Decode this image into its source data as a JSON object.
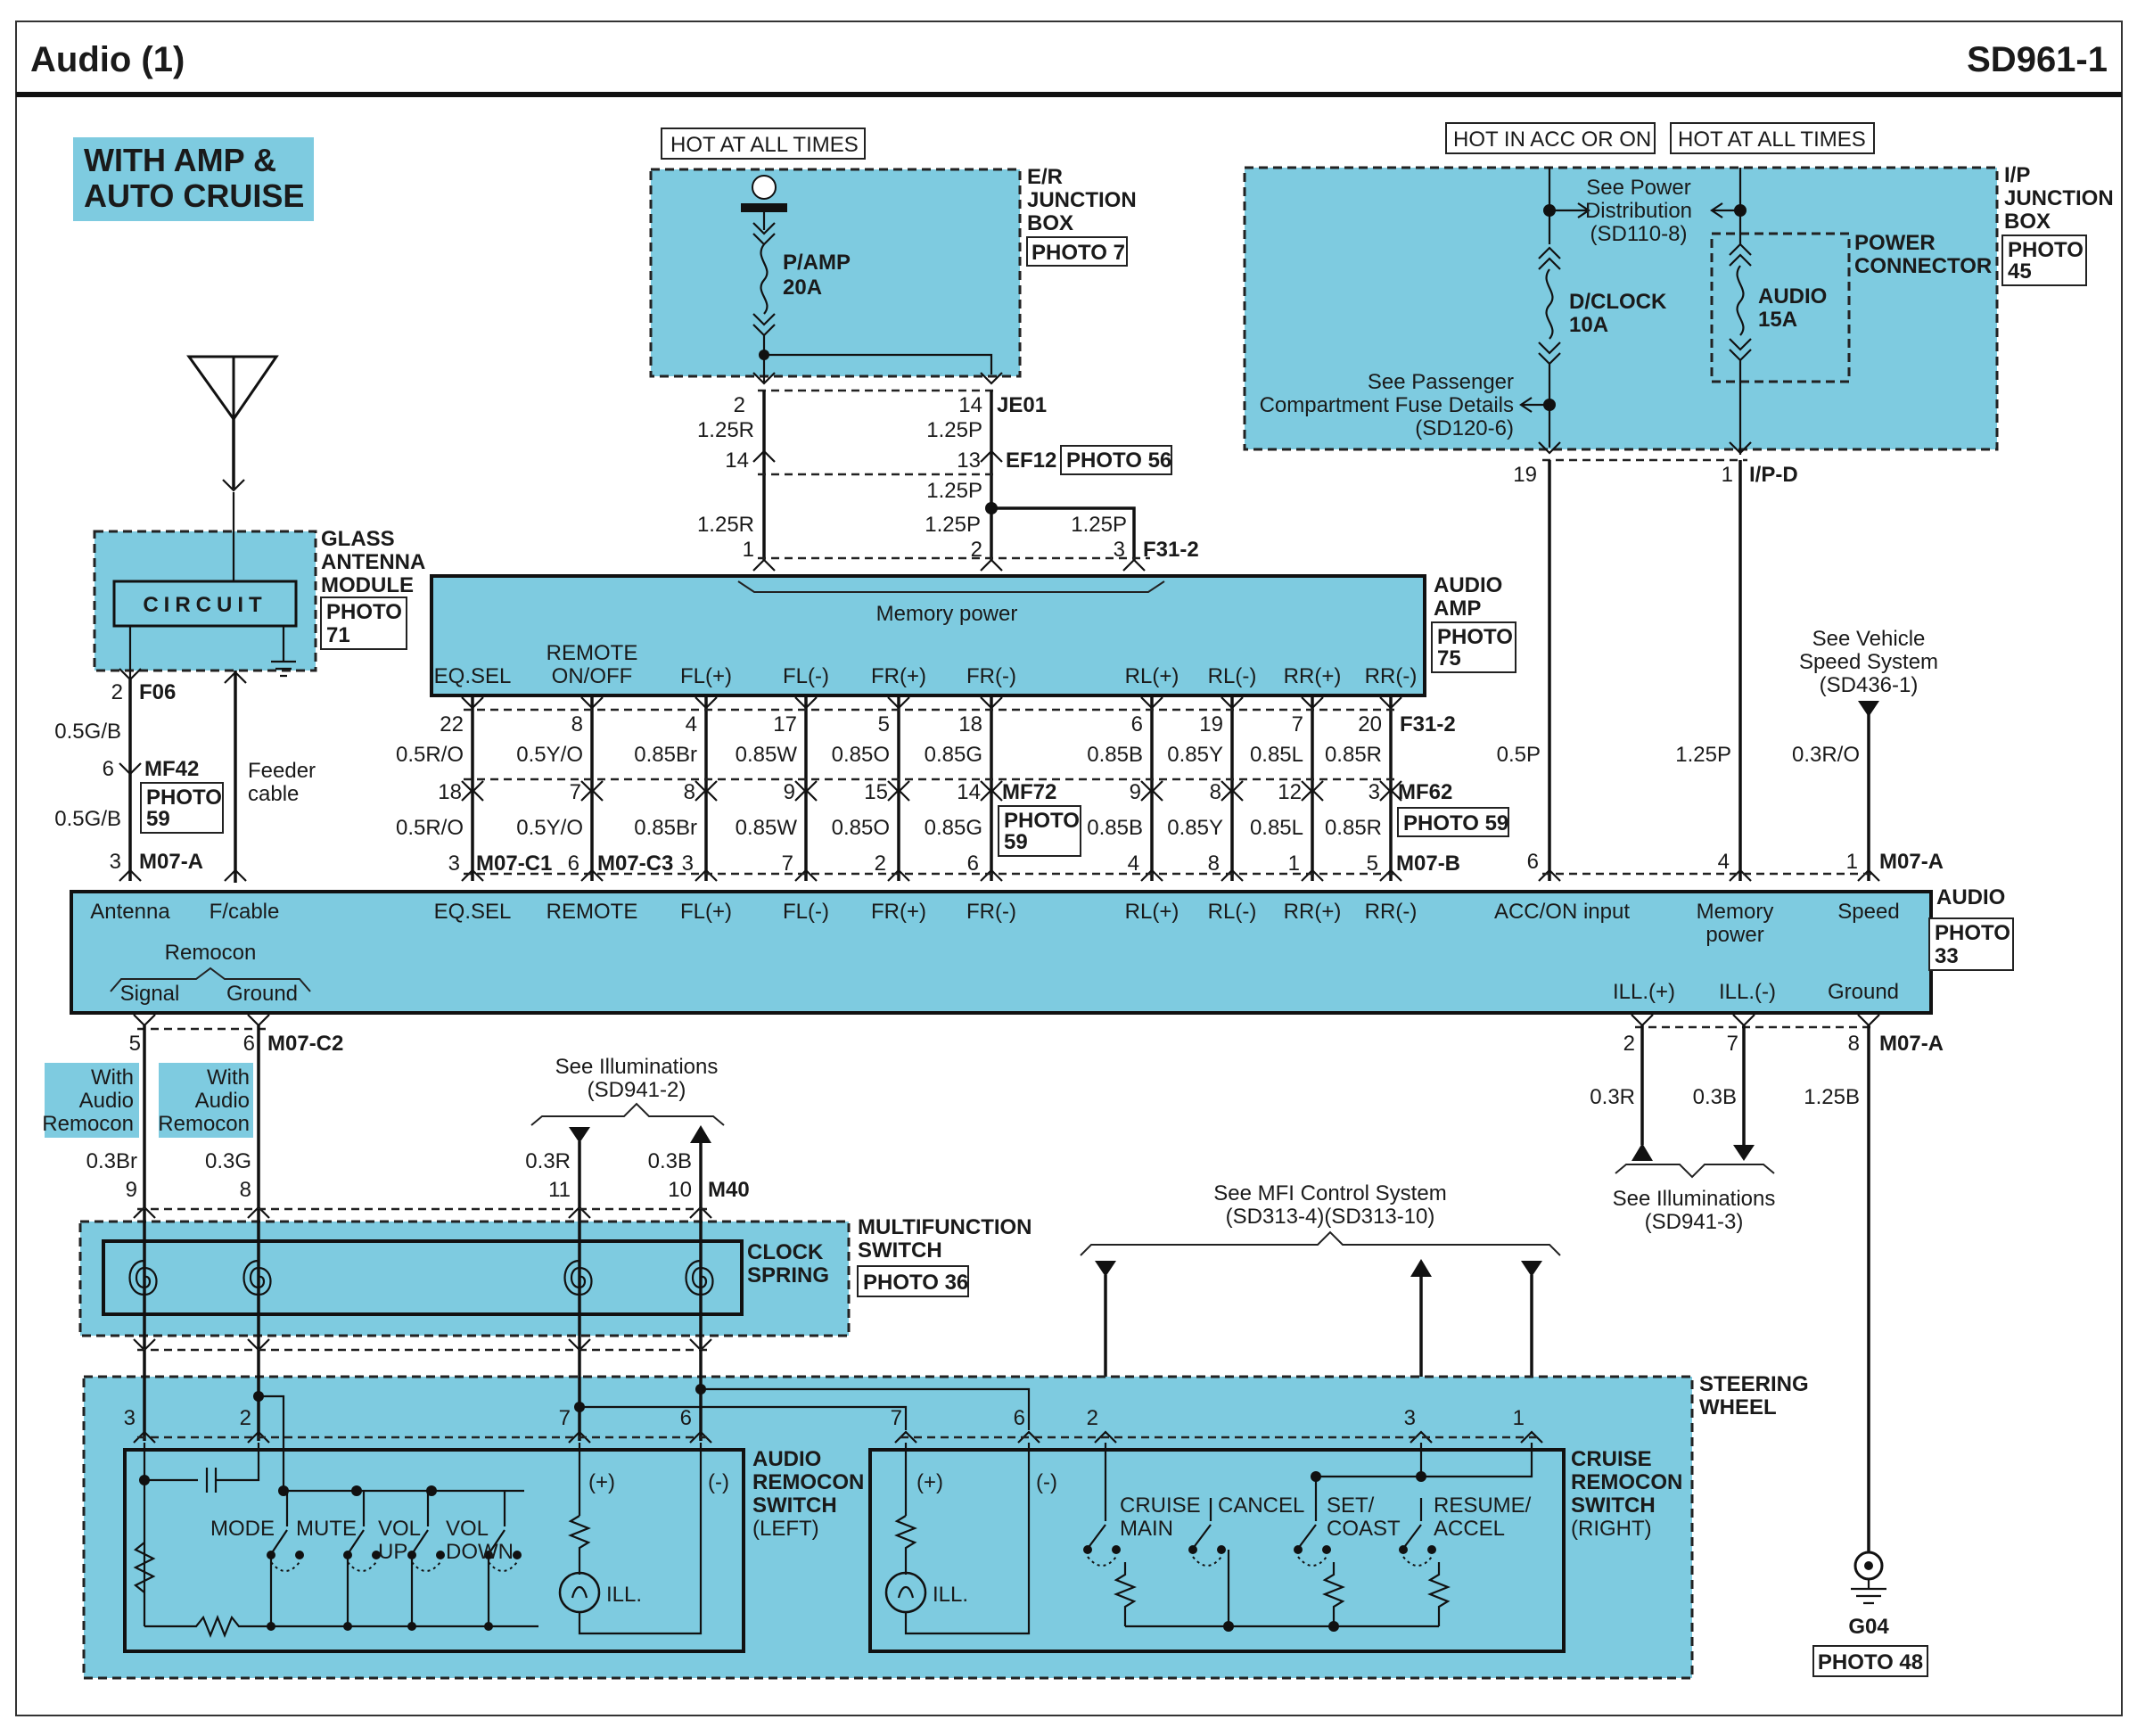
{
  "header": {
    "title": "Audio (1)",
    "code": "SD961-1"
  },
  "variant_label": [
    "WITH AMP &",
    "AUTO CRUISE"
  ],
  "hot_labels": {
    "er": "HOT AT ALL TIMES",
    "acc": "HOT IN ACC OR ON",
    "ip": "HOT AT ALL TIMES"
  },
  "er_box": {
    "name": [
      "E/R",
      "JUNCTION",
      "BOX"
    ],
    "photo": "PHOTO 7",
    "fuse": [
      "P/AMP",
      "20A"
    ],
    "pins_je01": [
      "2",
      "14"
    ],
    "conn_je01": "JE01",
    "wires_top": [
      "1.25R",
      "1.25P"
    ],
    "pins_ef12": [
      "14",
      "13"
    ],
    "conn_ef12": "EF12",
    "photo_ef12": "PHOTO 56",
    "wires_mid": [
      "1.25P",
      "1.25R",
      "1.25P",
      "1.25P"
    ],
    "pins_f312": [
      "1",
      "2",
      "3"
    ],
    "conn_f312": "F31-2"
  },
  "ip_box": {
    "name": [
      "I/P",
      "JUNCTION",
      "BOX"
    ],
    "photo": [
      "PHOTO",
      "45"
    ],
    "see_power": [
      "See Power",
      "Distribution",
      "(SD110-8)"
    ],
    "fuse_dclock": [
      "D/CLOCK",
      "10A"
    ],
    "fuse_audio": [
      "AUDIO",
      "15A"
    ],
    "power_connector": [
      "POWER",
      "CONNECTOR"
    ],
    "see_passenger": [
      "See Passenger",
      "Compartment Fuse Details",
      "(SD120-6)"
    ],
    "pins": [
      "19",
      "1"
    ],
    "conn": "I/P-D"
  },
  "antenna_module": {
    "name": [
      "GLASS",
      "ANTENNA",
      "MODULE"
    ],
    "photo": [
      "PHOTO",
      "71"
    ],
    "circuit": "CIRCUIT",
    "pin": "2",
    "conn": "F06",
    "wire1": "0.5G/B",
    "mf42_pin": "6",
    "mf42": "MF42",
    "mf42_photo": [
      "PHOTO",
      "59"
    ],
    "wire2": "0.5G/B",
    "m07a_pin": "3",
    "m07a": "M07-A",
    "feeder": [
      "Feeder",
      "cable"
    ]
  },
  "amp": {
    "name": [
      "AUDIO",
      "AMP"
    ],
    "photo": [
      "PHOTO",
      "75"
    ],
    "memory_power": "Memory power",
    "terminals": [
      "EQ.SEL",
      "REMOTE ON/OFF",
      "FL(+)",
      "FL(-)",
      "FR(+)",
      "FR(-)",
      "RL(+)",
      "RL(-)",
      "RR(+)",
      "RR(-)"
    ],
    "remote_line1": "REMOTE",
    "remote_line2": "ON/OFF",
    "pins_top": [
      "22",
      "8",
      "4",
      "17",
      "5",
      "18",
      "6",
      "19",
      "7",
      "20"
    ],
    "conn_top": "F31-2",
    "wires_top": [
      "0.5R/O",
      "0.5Y/O",
      "0.85Br",
      "0.85W",
      "0.85O",
      "0.85G",
      "0.85B",
      "0.85Y",
      "0.85L",
      "0.85R"
    ],
    "pins_mid": [
      "18",
      "7",
      "8",
      "9",
      "15",
      "14",
      "9",
      "8",
      "12",
      "3"
    ],
    "conn_mf72": "MF72",
    "photo_mf72": [
      "PHOTO",
      "59"
    ],
    "conn_mf62": "MF62",
    "photo_mf62": "PHOTO 59",
    "wires_bot": [
      "0.5R/O",
      "0.5Y/O",
      "0.85Br",
      "0.85W",
      "0.85O",
      "0.85G",
      "0.85B",
      "0.85Y",
      "0.85L",
      "0.85R"
    ],
    "pins_bot": [
      "3",
      "6",
      "3",
      "7",
      "2",
      "6",
      "4",
      "8",
      "1",
      "5"
    ],
    "conn_c1": "M07-C1",
    "conn_c3": "M07-C3",
    "conn_b": "M07-B"
  },
  "right_wires": {
    "wire_acc": "0.5P",
    "wire_mem": "1.25P",
    "wire_speed": "0.3R/O",
    "see_vss": [
      "See Vehicle",
      "Speed System",
      "(SD436-1)"
    ],
    "pins": [
      "6",
      "4",
      "1"
    ],
    "conn": "M07-A"
  },
  "audio_unit": {
    "name": "AUDIO",
    "photo": [
      "PHOTO",
      "33"
    ],
    "labels": [
      "Antenna",
      "F/cable",
      "EQ.SEL",
      "REMOTE",
      "FL(+)",
      "FL(-)",
      "FR(+)",
      "FR(-)",
      "RL(+)",
      "RL(-)",
      "RR(+)",
      "RR(-)",
      "ACC/ON input",
      "Memory",
      "power",
      "Speed"
    ],
    "remocon": "Remocon",
    "signal": "Signal",
    "ground": "Ground",
    "ill_plus": "ILL.(+)",
    "ill_minus": "ILL.(-)",
    "ground_r": "Ground"
  },
  "lower_left": {
    "pins": [
      "5",
      "6"
    ],
    "conn": "M07-C2",
    "with_remocon": [
      "With",
      "Audio",
      "Remocon"
    ],
    "wires": [
      "0.3Br",
      "0.3G"
    ],
    "pins2": [
      "9",
      "8"
    ],
    "see_ill": [
      "See Illuminations",
      "(SD941-2)"
    ],
    "ill_wires": [
      "0.3R",
      "0.3B"
    ],
    "ill_pins": [
      "11",
      "10"
    ],
    "conn_m40": "M40"
  },
  "lower_right": {
    "pins": [
      "2",
      "7",
      "8"
    ],
    "conn": "M07-A",
    "wires": [
      "0.3R",
      "0.3B",
      "1.25B"
    ],
    "see_ill": [
      "See Illuminations",
      "(SD941-3)"
    ],
    "ground": "G04",
    "ground_photo": "PHOTO 48"
  },
  "mfi": {
    "see": [
      "See MFI Control System",
      "(SD313-4)(SD313-10)"
    ]
  },
  "multifunction": {
    "name": [
      "MULTIFUNCTION",
      "SWITCH"
    ],
    "photo": "PHOTO 36",
    "clock_spring": [
      "CLOCK",
      "SPRING"
    ]
  },
  "steering": {
    "name": [
      "STEERING",
      "WHEEL"
    ],
    "left_pins": [
      "3",
      "2",
      "7",
      "6"
    ],
    "right_pins": [
      "7",
      "6",
      "2",
      "3",
      "1"
    ],
    "audio_sw": [
      "AUDIO",
      "REMOCON",
      "SWITCH",
      "(LEFT)"
    ],
    "cruise_sw": [
      "CRUISE",
      "REMOCON",
      "SWITCH",
      "(RIGHT)"
    ],
    "left_buttons": [
      "MODE",
      "MUTE",
      "VOL",
      "UP",
      "VOL",
      "DOWN"
    ],
    "right_buttons": [
      "CRUISE",
      "MAIN",
      "CANCEL",
      "SET/",
      "COAST",
      "RESUME/",
      "ACCEL"
    ],
    "plus": "(+)",
    "minus": "(-)",
    "ill": "ILL."
  }
}
